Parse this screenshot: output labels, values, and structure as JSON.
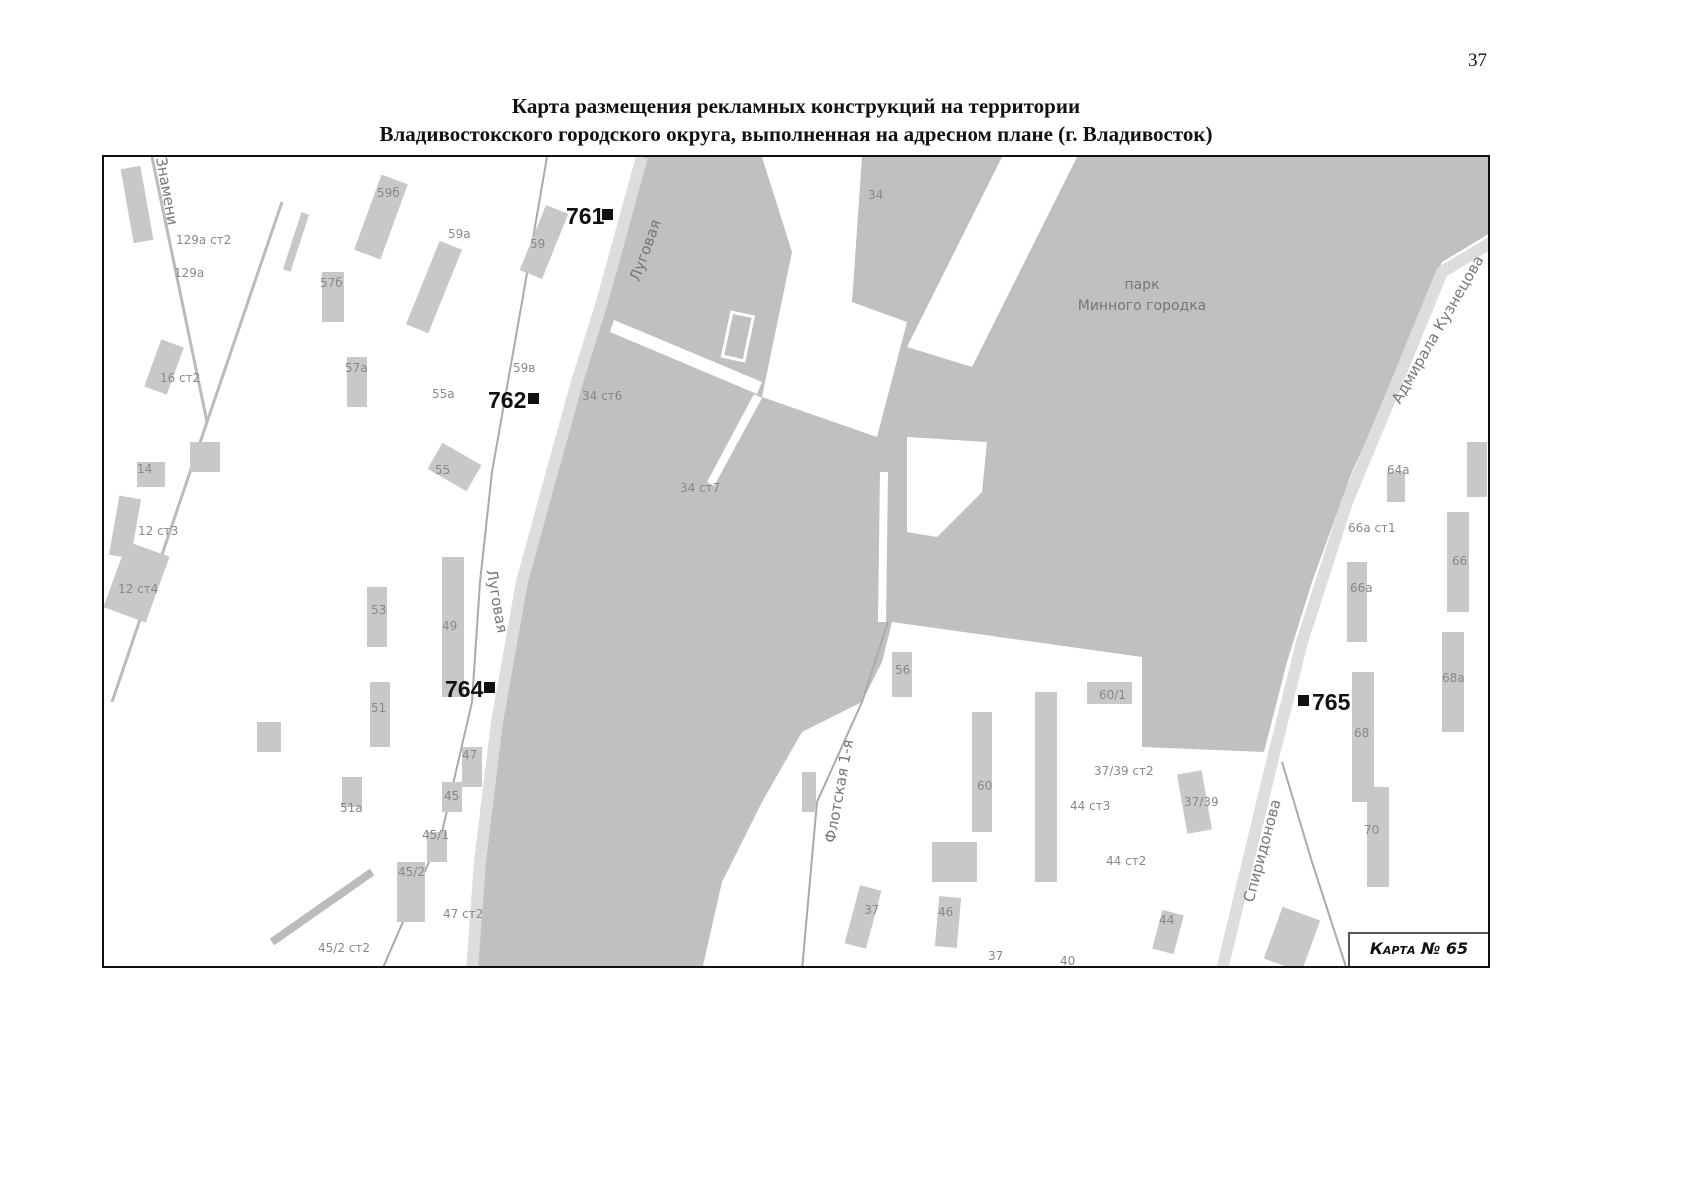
{
  "page_number": "37",
  "title_line1": "Карта размещения рекламных конструкций на территории",
  "title_line2": "Владивостокского городского округа, выполненная на адресном плане (г. Владивосток)",
  "map": {
    "map_number_label": "Карта № 65",
    "water_color": "#c0c0c0",
    "park_label_line1": "парк",
    "park_label_line2": "Минного городка",
    "streets": [
      "Луговая",
      "Луговая",
      "Флотская 1-я",
      "Спиридонова",
      "Адмирала Кузнецова",
      "Знамени"
    ],
    "markers": [
      "761",
      "762",
      "764",
      "765"
    ],
    "building_labels": [
      "59б",
      "129а ст2",
      "129а",
      "59а",
      "57б",
      "57а",
      "59в",
      "55а",
      "34 ст6",
      "34",
      "16 ст2",
      "14",
      "55",
      "34 ст7",
      "12 ст3",
      "12 ст4",
      "53",
      "49",
      "51",
      "47",
      "45",
      "45/1",
      "45/2",
      "51а",
      "47 ст2",
      "45/2 ст2",
      "56",
      "60/1",
      "60",
      "37/39 ст2",
      "44 ст3",
      "37/39",
      "44 ст2",
      "37",
      "46",
      "37",
      "40",
      "44",
      "64а",
      "66а ст1",
      "66",
      "66а",
      "68а",
      "68",
      "70",
      "59"
    ]
  }
}
